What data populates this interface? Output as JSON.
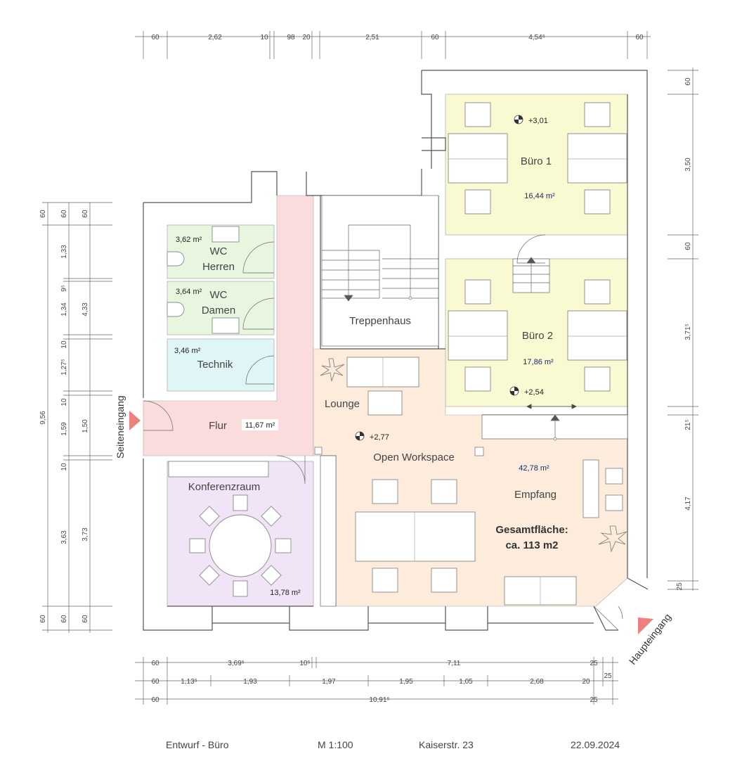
{
  "rooms": {
    "buero1": {
      "name": "Büro 1",
      "area": "16,44 m²",
      "level": "+3,01"
    },
    "buero2": {
      "name": "Büro 2",
      "area": "17,86 m²",
      "level": "+2,54"
    },
    "wc_herren": {
      "name_1": "WC",
      "name_2": "Herren",
      "area": "3,62 m²"
    },
    "wc_damen": {
      "name_1": "WC",
      "name_2": "Damen",
      "area": "3,64 m²"
    },
    "technik": {
      "name": "Technik",
      "area": "3,46 m²"
    },
    "treppenhaus": {
      "name": "Treppenhaus"
    },
    "flur": {
      "name": "Flur",
      "area": "11,67 m²"
    },
    "lounge": {
      "name": "Lounge"
    },
    "open_workspace": {
      "name": "Open Workspace",
      "level": "+2,77",
      "area": "42,78 m²"
    },
    "empfang": {
      "name": "Empfang"
    },
    "konferenzraum": {
      "name": "Konferenzraum",
      "area": "13,78 m²"
    }
  },
  "total": {
    "line_1": "Gesamtfläche:",
    "line_2": "ca. 113 m2"
  },
  "entrances": {
    "side": "Seiteneingang",
    "main": "Haupteingang"
  },
  "dims_top": [
    "60",
    "2,62",
    "10",
    "98",
    "20",
    "2,51",
    "60",
    "4,54⁵",
    "60"
  ],
  "dims_bottom_1": [
    "60",
    "3,69⁵",
    "10⁵",
    "7,11",
    "25"
  ],
  "dims_bottom_2": [
    "60",
    "1,13⁵",
    "1,93",
    "1,97",
    "1,95",
    "1,05",
    "2,68",
    "20",
    "25"
  ],
  "dims_bottom_3": [
    "60",
    "10,91⁵",
    "25"
  ],
  "dims_left_outer": [
    "9,56"
  ],
  "dims_left_1": [
    "60",
    "1,33",
    "9⁵",
    "1,34",
    "10",
    "1,27⁵",
    "10",
    "1,59",
    "10",
    "3,63",
    "60"
  ],
  "dims_left_2": [
    "60",
    "4,33",
    "1,50",
    "3,73",
    "60"
  ],
  "dims_left_3": [
    "60"
  ],
  "dims_right": [
    "60",
    "3,50",
    "60",
    "3,71⁵",
    "21⁵",
    "4,17",
    "25"
  ],
  "footer": {
    "title": "Entwurf - Büro",
    "scale": "M 1:100",
    "address": "Kaiserstr. 23",
    "date": "22.09.2024"
  },
  "colors": {
    "buero": "#fafad2",
    "wc": "#e8f6e0",
    "technik": "#e0f5f5",
    "flur": "#fadcdc",
    "open_workspace": "#fdecdc",
    "konferenz": "#f0e4f6",
    "arrow": "#ef8080"
  }
}
